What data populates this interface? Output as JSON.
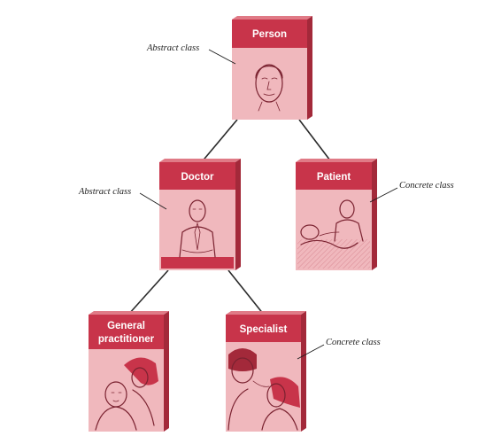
{
  "colors": {
    "card_header": "#c8344a",
    "card_body": "#f0b8bd",
    "card_side": "#a3293a",
    "card_top": "#e07a86",
    "illustration_ink": "#7a2230",
    "connector": "#2a2a2a"
  },
  "nodes": {
    "person": {
      "title": "Person",
      "annotation": "Abstract class",
      "icon": "face-portrait"
    },
    "doctor": {
      "title": "Doctor",
      "annotation": "Abstract class",
      "icon": "doctor-at-desk"
    },
    "patient": {
      "title": "Patient",
      "annotation": "Concrete class",
      "icon": "patient-in-bed"
    },
    "general_practitioner": {
      "title_line1": "General",
      "title_line2": "practitioner",
      "icon": "gp-examining-patient"
    },
    "specialist": {
      "title": "Specialist",
      "annotation": "Concrete class",
      "icon": "specialist-with-patient"
    }
  },
  "edges": [
    {
      "from": "Person",
      "to": "Doctor"
    },
    {
      "from": "Person",
      "to": "Patient"
    },
    {
      "from": "Doctor",
      "to": "General practitioner"
    },
    {
      "from": "Doctor",
      "to": "Specialist"
    }
  ]
}
